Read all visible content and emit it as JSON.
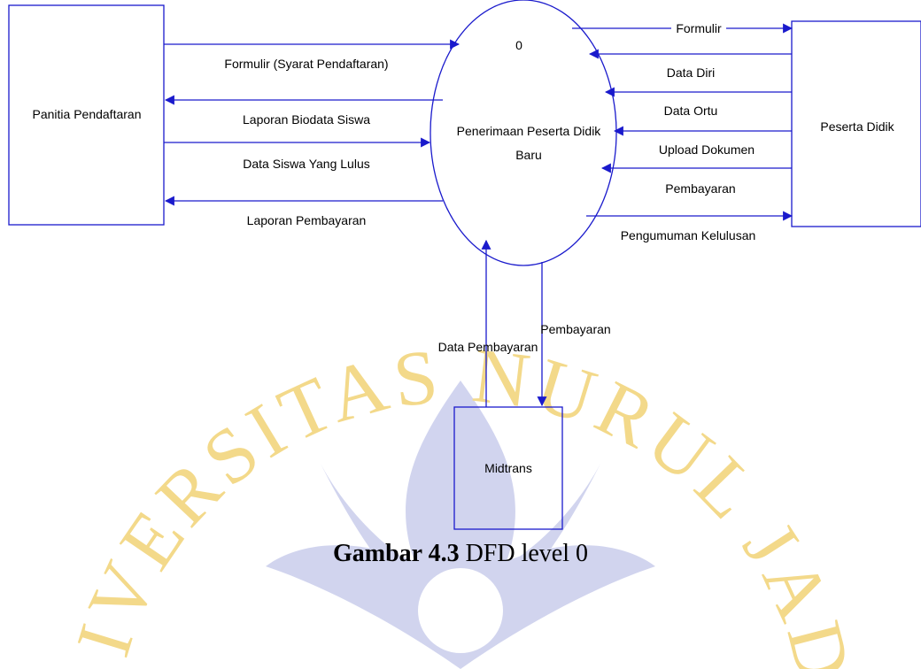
{
  "watermark": {
    "text": "UNIVERSITAS NURUL JADID",
    "gold": "#f3d98a",
    "blue": "#c9cdec"
  },
  "diagram": {
    "stroke_color": "#1a1acc",
    "process": {
      "number": "0",
      "label_line1": "Penerimaan Peserta Didik",
      "label_line2": "Baru"
    },
    "entities": {
      "panitia": "Panitia Pendaftaran",
      "peserta": "Peserta Didik",
      "midtrans": "Midtrans"
    },
    "flows": {
      "formulir_syarat": "Formulir (Syarat Pendaftaran)",
      "laporan_biodata": "Laporan Biodata Siswa",
      "data_siswa_lulus": "Data Siswa Yang Lulus",
      "laporan_pembayaran": "Laporan Pembayaran",
      "formulir": "Formulir",
      "data_diri": "Data Diri",
      "data_ortu": "Data Ortu",
      "upload_dokumen": "Upload Dokumen",
      "pembayaran_peserta": "Pembayaran",
      "pengumuman": "Pengumuman Kelulusan",
      "pembayaran_midtrans": "Pembayaran",
      "data_pembayaran": "Data Pembayaran"
    }
  },
  "caption": {
    "bold": "Gambar 4.3",
    "rest": " DFD level 0"
  }
}
